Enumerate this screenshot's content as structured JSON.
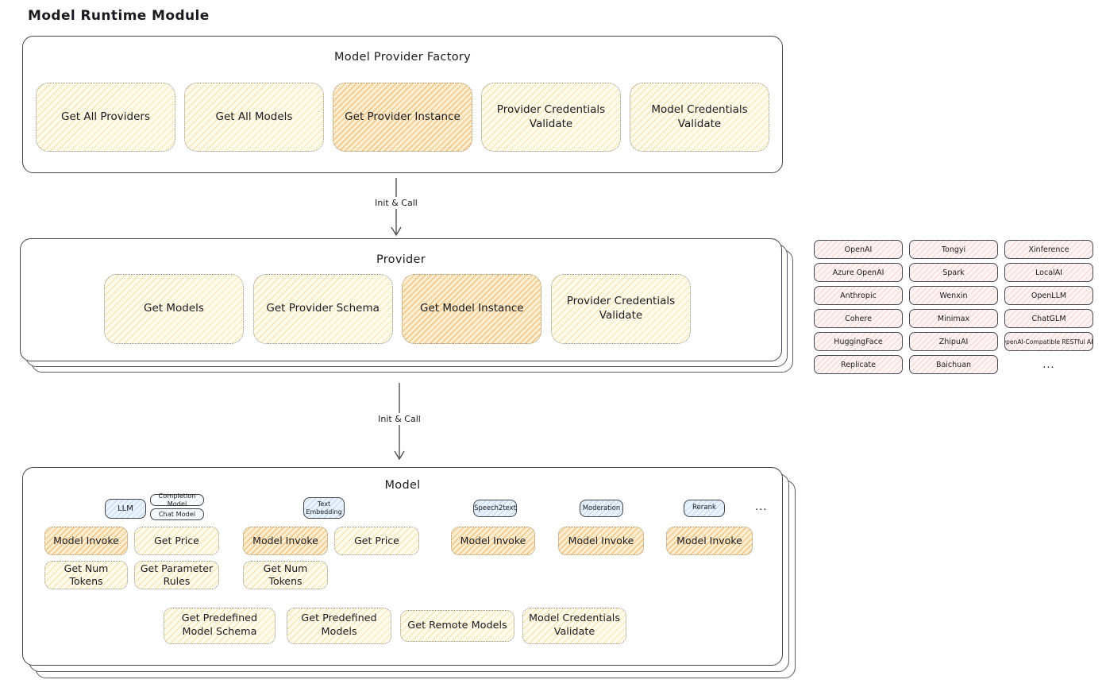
{
  "page": {
    "title": "Model Runtime Module"
  },
  "arrows": [
    "Init & Call",
    "Init & Call"
  ],
  "factory": {
    "title": "Model Provider Factory",
    "buttons": [
      {
        "label": "Get All Providers",
        "highlighted": false
      },
      {
        "label": "Get All Models",
        "highlighted": false
      },
      {
        "label": "Get Provider Instance",
        "highlighted": true
      },
      {
        "label": "Provider Credentials Validate",
        "highlighted": false
      },
      {
        "label": "Model Credentials Validate",
        "highlighted": false
      }
    ]
  },
  "provider": {
    "title": "Provider",
    "buttons": [
      {
        "label": "Get Models",
        "highlighted": false
      },
      {
        "label": "Get Provider Schema",
        "highlighted": false
      },
      {
        "label": "Get Model Instance",
        "highlighted": true
      },
      {
        "label": "Provider Credentials Validate",
        "highlighted": false
      }
    ]
  },
  "provider_list": [
    "OpenAI",
    "Tongyi",
    "Xinference",
    "Azure OpenAI",
    "Spark",
    "LocalAI",
    "Anthropic",
    "Wenxin",
    "OpenLLM",
    "Cohere",
    "Minimax",
    "ChatGLM",
    "HuggingFace",
    "ZhipuAI",
    "OpenAI-Compatible RESTful API",
    "Replicate",
    "Baichuan",
    "..."
  ],
  "model": {
    "title": "Model",
    "chips": {
      "llm": "LLM",
      "completion": "Completion Model",
      "chat": "Chat Model",
      "text_embedding": "Text Embedding",
      "speech2text": "Speech2text",
      "moderation": "Moderation",
      "rerank": "Rerank",
      "more": "..."
    },
    "buttons": {
      "llm_invoke": "Model Invoke",
      "llm_price": "Get Price",
      "llm_tokens": "Get Num Tokens",
      "llm_rules": "Get Parameter Rules",
      "emb_invoke": "Model Invoke",
      "emb_price": "Get Price",
      "emb_tokens": "Get Num Tokens",
      "s2t_invoke": "Model Invoke",
      "mod_invoke": "Model Invoke",
      "rerank_invoke": "Model Invoke",
      "predef_schema": "Get Predefined Model Schema",
      "predef_models": "Get Predefined Models",
      "remote_models": "Get Remote Models",
      "cred_validate": "Model Credentials Validate"
    },
    "colors": {
      "highlight_hatch": "#EC9E3E",
      "button_hatch": "#E9C45A",
      "provider_pink": "#FEF4F4",
      "chip_blue": "#EAF3FC"
    }
  }
}
